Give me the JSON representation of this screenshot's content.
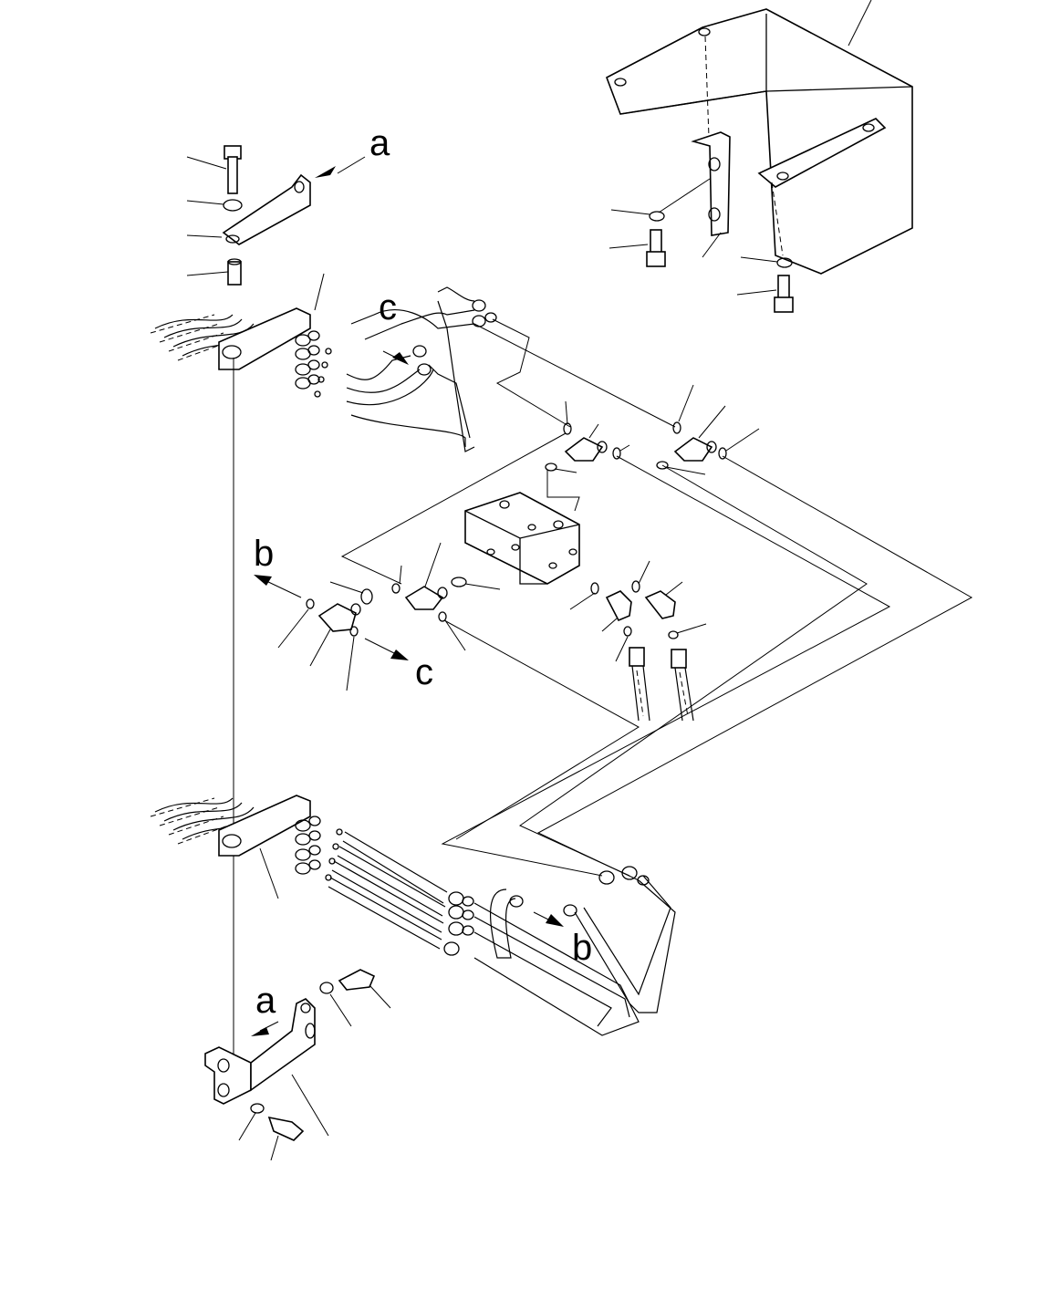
{
  "diagram": {
    "kind": "exploded-parts-hydraulic-piping",
    "callouts": {
      "a_top": "a",
      "a_bottom": "a",
      "b_left": "b",
      "b_bottom": "b",
      "c_top": "c",
      "c_middle": "c"
    }
  }
}
